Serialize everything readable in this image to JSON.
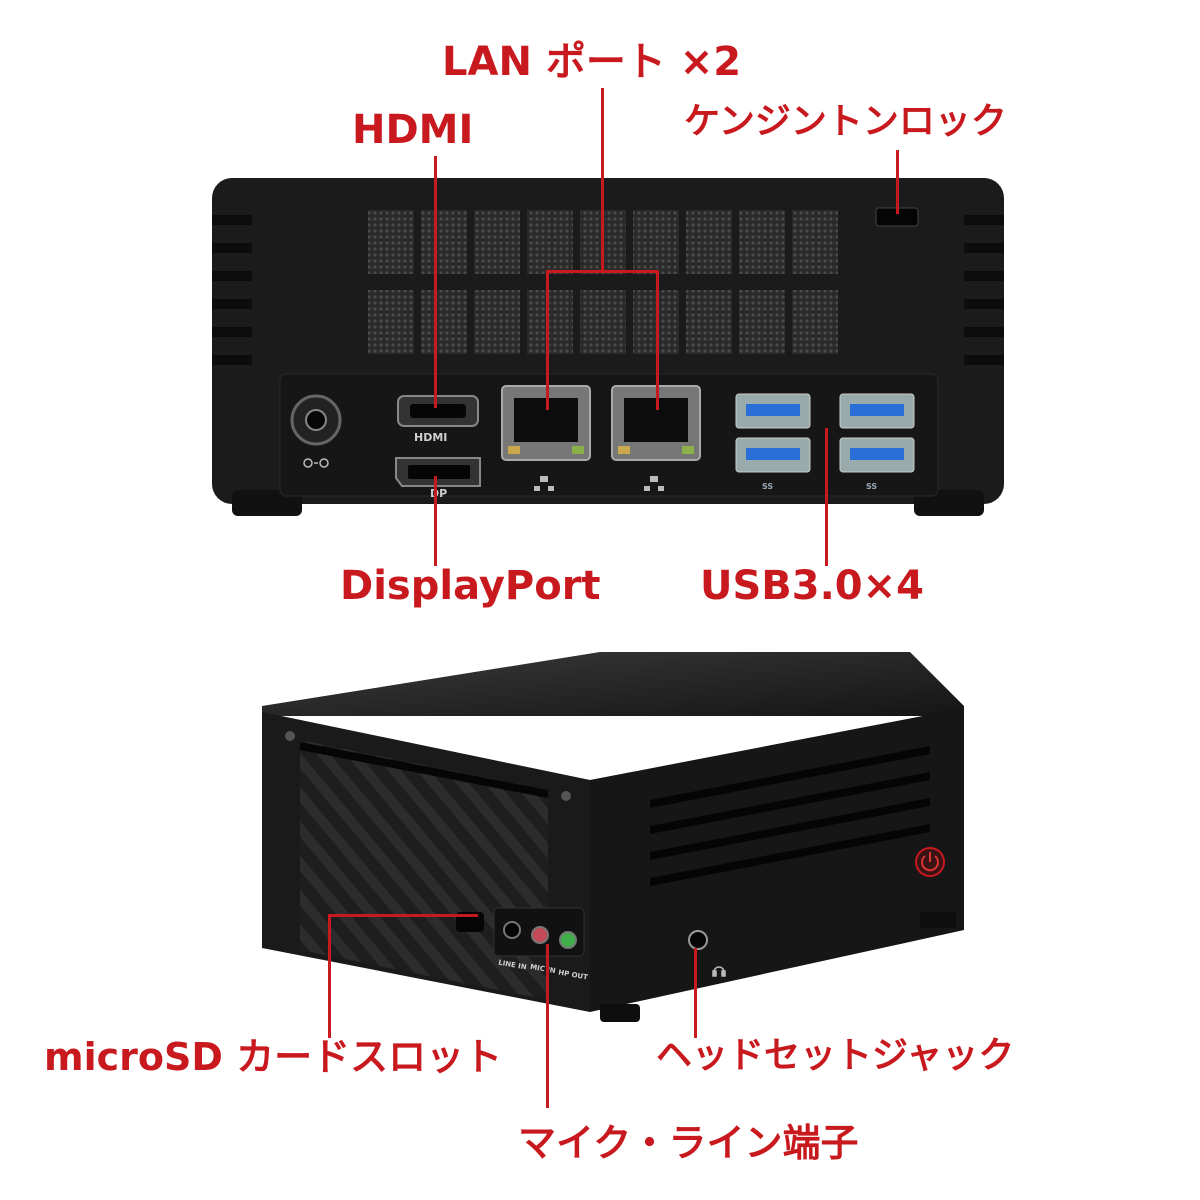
{
  "callouts": {
    "lan": "LAN ポート ×2",
    "hdmi": "HDMI",
    "kensington": "ケンジントンロック",
    "displayport": "DisplayPort",
    "usb": "USB3.0×4",
    "microsd": "microSD カードスロット",
    "headset": "ヘッドセットジャック",
    "mic_line": "マイク・ライン端子"
  },
  "port_labels": {
    "hdmi": "HDMI",
    "dp": "DP",
    "usb_a": "SS",
    "usb_b": "SS",
    "line_in": "LINE IN",
    "mic_in": "MIC IN",
    "hp_out": "HP OUT"
  },
  "colors": {
    "callout": "#c8191e",
    "usb_blue": "#2a6fd6",
    "body": "#1b1b1b",
    "mic_jack": "#c44a5a",
    "hp_jack": "#3fae4a"
  },
  "icons": [
    "power-dc-icon",
    "lan-network-icon",
    "headphone-icon",
    "power-button-icon"
  ]
}
